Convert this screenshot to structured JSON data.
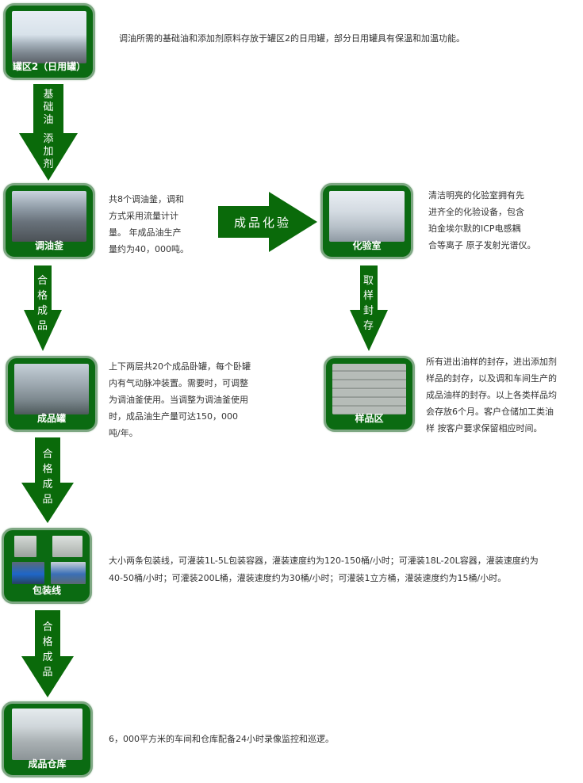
{
  "steps": {
    "tank_area": {
      "label": "罐区2（日用罐）",
      "image": "storage-tanks-photo",
      "description": [
        "调油所需的基础油和添加剂原料存放于罐区2的日用罐，部分日用罐具有保温和加温功能。"
      ]
    },
    "blending": {
      "label": "调油釜",
      "image": "blending-kettle-photo",
      "description": [
        "共8个调油釜，调和",
        "方式采用流量计计",
        "量。 年成品油生产",
        "量约为40，000吨。"
      ]
    },
    "lab": {
      "label": "化验室",
      "image": "laboratory-photo",
      "description": [
        "清洁明亮的化验室拥有先",
        "进齐全的化验设备，包含",
        "珀金埃尔默的ICP电感耦",
        "合等离子 原子发射光谱仪。"
      ]
    },
    "finished_tanks": {
      "label": "成品罐",
      "image": "finished-tanks-photo",
      "description": [
        "上下两层共20个成品卧罐，每个卧罐",
        "内有气动脉冲装置。需要时，可调整",
        "为调油釜使用。当调整为调油釜使用",
        "时，成品油生产量可达150，000",
        "吨/年。"
      ]
    },
    "sample_area": {
      "label": "样品区",
      "image": "sample-shelves-photo",
      "description": [
        "所有进出油样的封存，进出添加剂",
        "样品的封存，以及调和车间生产的",
        "成品油样的封存。以上各类样品均",
        "会存放6个月。客户仓储加工类油",
        "样 按客户要求保留相应时间。"
      ]
    },
    "packaging": {
      "label": "包装线",
      "image": "packaging-line-photos",
      "description": [
        "大小两条包装线，可灌装1L-5L包装容器，灌装速度约为120-150桶/小时；可灌装18L-20L容器，灌装速度约为",
        "40-50桶/小时；可灌装200L桶，灌装速度约为30桶/小时；可灌装1立方桶，灌装速度约为15桶/小时。"
      ]
    },
    "warehouse": {
      "label": "成品仓库",
      "image": "warehouse-photo",
      "description": [
        "6，000平方米的车间和仓库配备24小时录像监控和巡逻。"
      ]
    }
  },
  "arrows": {
    "base_oil_additive": [
      "基",
      "础",
      "油",
      "添",
      "加",
      "剂"
    ],
    "finished_inspection": "成品化验",
    "qualified_1": [
      "合",
      "格",
      "成",
      "品"
    ],
    "sampling_sealing": [
      "取",
      "样",
      "封",
      "存"
    ],
    "qualified_2": [
      "合",
      "格",
      "成",
      "品"
    ],
    "qualified_3": [
      "合",
      "格",
      "成",
      "品"
    ]
  },
  "colors": {
    "card_green": "#0b6b12",
    "card_border": "#7fa884",
    "arrow_green": "#0a6a0a",
    "text": "#333333"
  }
}
